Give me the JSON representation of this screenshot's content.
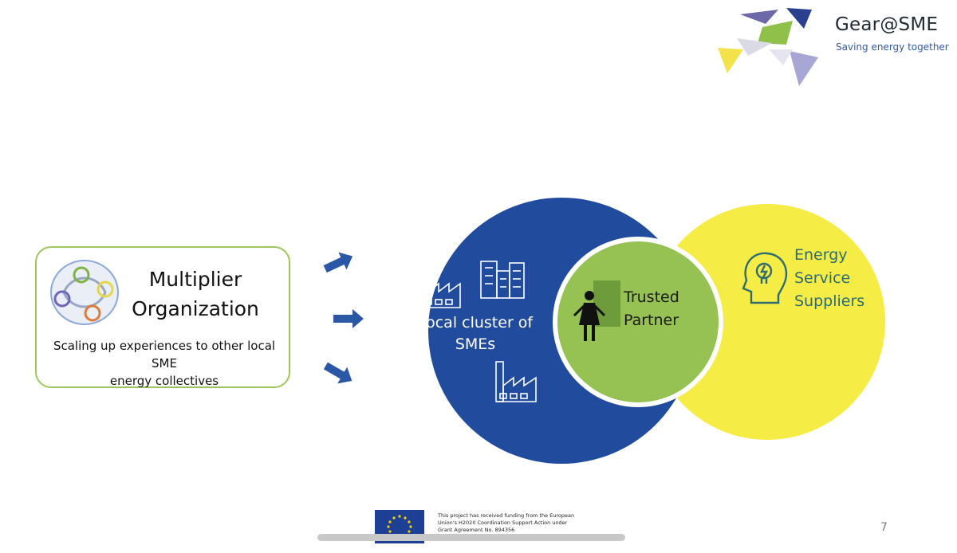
{
  "logo": {
    "title": "Gear@SME",
    "tagline": "Saving energy together"
  },
  "multiplier": {
    "title_line1": "Multiplier",
    "title_line2": "Organization",
    "description_line1": "Scaling up experiences to other local SME",
    "description_line2": "energy collectives"
  },
  "cluster": {
    "line1": "Local cluster of",
    "line2": "SMEs"
  },
  "trusted": {
    "line1": "Trusted",
    "line2": "Partner"
  },
  "energy": {
    "line1": "Energy",
    "line2": "Service",
    "line3": "Suppliers"
  },
  "footer": {
    "funding_line1": "This project has received funding from the European",
    "funding_line2": "Union's H2020 Coordination Support Action under",
    "funding_line3": "Grant Agreement No. 894356",
    "page_number": "7"
  },
  "colors": {
    "blue": "#214c9d",
    "yellow": "#f5ec46",
    "green": "#96c153",
    "box_border": "#9dc75a",
    "teal_text": "#2f6c70",
    "arrow": "#2a58a6"
  },
  "icons": [
    "factory-icon",
    "buildings-icon",
    "person-icon",
    "lightbulb-head-icon",
    "eu-flag-icon"
  ]
}
